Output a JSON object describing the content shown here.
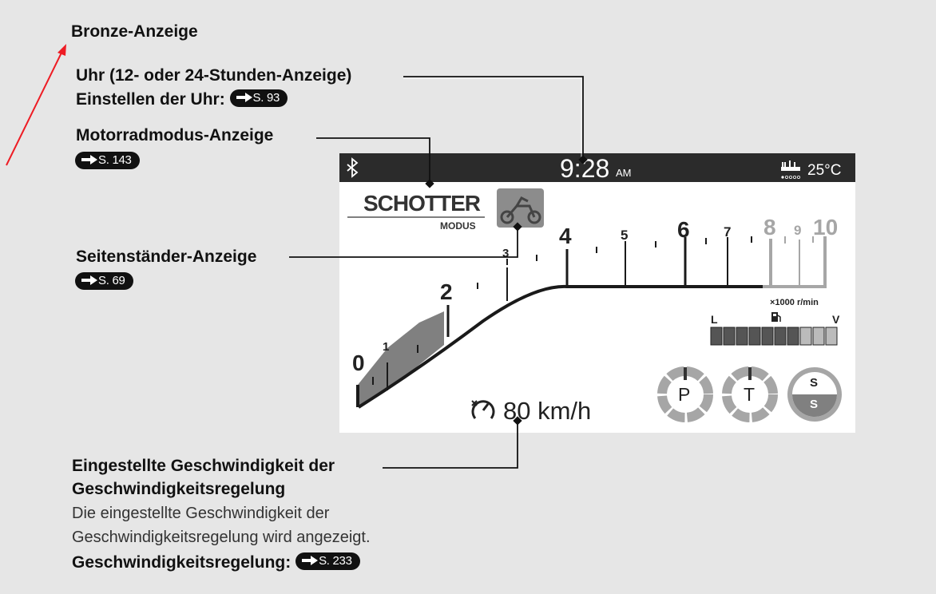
{
  "labels": {
    "bronze": "Bronze-Anzeige",
    "clock": "Uhr (12- oder 24-Stunden-Anzeige)",
    "clock_set": "Einstellen der Uhr:",
    "clock_ref": "S. 93",
    "mode": "Motorradmodus-Anzeige",
    "mode_ref": "S. 143",
    "sidestand": "Seitenständer-Anzeige",
    "sidestand_ref": "S. 69",
    "cruise_title_1": "Eingestellte Geschwindigkeit der",
    "cruise_title_2": "Geschwindigkeitsregelung",
    "cruise_desc_1": "Die eingestellte Geschwindigkeit der",
    "cruise_desc_2": "Geschwindigkeitsregelung wird angezeigt.",
    "cruise_link": "Geschwindigkeitsregelung:",
    "cruise_ref": "S. 233"
  },
  "display": {
    "time": "9:28",
    "ampm": "AM",
    "temperature": "25°C",
    "mode_name": "SCHOTTER",
    "mode_sub": "MODUS",
    "rpm_unit": "×1000 r/min",
    "battery_low": "L",
    "battery_high": "V",
    "set_speed": "80 km/h",
    "indicator_p": "P",
    "indicator_t": "T",
    "indicator_s_top": "S",
    "indicator_s_bottom": "S",
    "tach_ticks": [
      "0",
      "1",
      "2",
      "3",
      "4",
      "5",
      "6",
      "7",
      "8",
      "9",
      "10"
    ]
  },
  "colors": {
    "accent_red": "#ee1c24",
    "redzone": "#a6a6a6"
  }
}
